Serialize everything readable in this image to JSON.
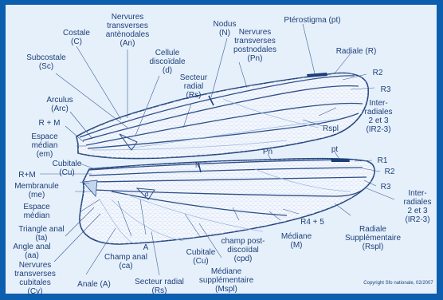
{
  "labels": {
    "costale": [
      "Costale",
      "(C)"
    ],
    "nervures_antenodales": [
      "Nervures",
      "transverses",
      "antènodales",
      "(An)"
    ],
    "nodus": [
      "Nodus",
      "(N)"
    ],
    "pterostigma": "Ptérostigma (pt)",
    "subcostale": [
      "Subcostale",
      "(Sc)"
    ],
    "cellule_discoidale": [
      "Cellule",
      "discoïdale",
      "(d)"
    ],
    "nervures_postnodales": [
      "Nervures",
      "transverses",
      "postnodales",
      "(Pn)"
    ],
    "radiale": "Radiale (R)",
    "secteur_radial_top": [
      "Secteur",
      "radial",
      "(Rs)"
    ],
    "r2_top": "R2",
    "r3_top": "R3",
    "arculus": [
      "Arculus",
      "(Arc)"
    ],
    "interradiales_top": [
      "Inter-",
      "radiales",
      "2 et 3",
      "(IR2-3)"
    ],
    "r_m_top": "R + M",
    "espace_median_top": [
      "Espace",
      "médian",
      "(em)"
    ],
    "rspl_top": "Rspl",
    "cubitale_top": [
      "Cubitale",
      "(Cu)"
    ],
    "pn": "Pn",
    "pt": "pt",
    "r1": "R1",
    "r2_bottom": "R2",
    "r3_bottom": "R3",
    "r_m_bottom": "R+M",
    "n": "N",
    "membranule": [
      "Membranule",
      "(me)"
    ],
    "d": "d",
    "interradiales_bottom": [
      "Inter-",
      "radiales",
      "2 et 3",
      "(IR2-3)"
    ],
    "espace_median_bottom": [
      "Espace",
      "médian"
    ],
    "triangle_anal": [
      "Triangle anal",
      "(ta)"
    ],
    "r4_5": "R4 + 5",
    "radiale_supplementaire": [
      "Radiale",
      "Supplémentaire",
      "(Rspl)"
    ],
    "angle_anal": [
      "Angle anal",
      "(aa)"
    ],
    "a": "A",
    "champ_anal": [
      "Champ anal",
      "(ca)"
    ],
    "cubitale_bottom": [
      "Cubitale",
      "(Cu)"
    ],
    "champ_postdiscoidal": [
      "champ post-",
      "discoïdal",
      "(cpd)"
    ],
    "mediane": [
      "Médiane",
      "(M)"
    ],
    "nervures_cubitales": [
      "Nervures",
      "transverses",
      "cubitales",
      "(Cv)"
    ],
    "anale": "Anale (A)",
    "secteur_radial_bottom": "Secteur radial",
    "rs_bottom": "(Rs)",
    "mediane_supplementaire": [
      "Médiane",
      "supplémentaire",
      "(Mspl)"
    ],
    "copyright": "Copyright Sfo nationale, 02/2007"
  }
}
